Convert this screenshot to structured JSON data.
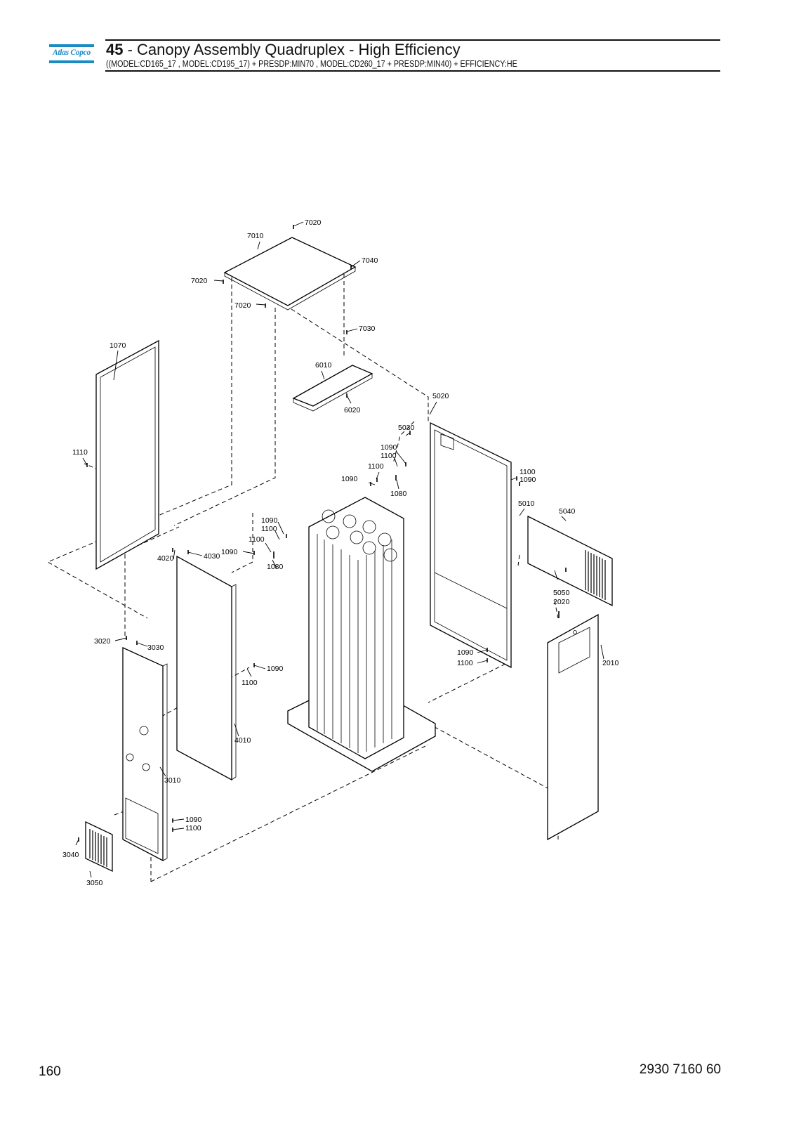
{
  "header": {
    "brand": "Atlas Copco",
    "section_number": "45",
    "title_rest": " - Canopy Assembly Quadruplex - High Efficiency",
    "subtitle": "((MODEL:CD165_17 , MODEL:CD195_17) + PRESDP:MIN70 , MODEL:CD260_17 + PRESDP:MIN40) + EFFICIENCY:HE"
  },
  "footer": {
    "page_number": "160",
    "document_number": "2930 7160 60"
  },
  "callouts": {
    "c7020a": "7020",
    "c7010": "7010",
    "c7040": "7040",
    "c7020b": "7020",
    "c7020c": "7020",
    "c7030": "7030",
    "c6010": "6010",
    "c6020": "6020",
    "c1070": "1070",
    "c1110": "1110",
    "c5020": "5020",
    "c5030": "5030",
    "c1090a": "1090",
    "c1100a": "1100",
    "c1100b": "1100",
    "c1090b": "1090",
    "c1080a": "1080",
    "c1100c": "1100",
    "c1090c": "1090",
    "c5010": "5010",
    "c5040": "5040",
    "c1090d": "1090",
    "c1100d": "1100",
    "c1100e": "1100",
    "c1090e": "1090",
    "c1080b": "1080",
    "c4020": "4020",
    "c4030": "4030",
    "c5050": "5050",
    "c2020": "2020",
    "c3020": "3020",
    "c3030": "3030",
    "c1090f": "1090",
    "c1100f": "1100",
    "c1090g": "1090",
    "c1100g": "1100",
    "c2010": "2010",
    "c4010": "4010",
    "c3010": "3010",
    "c1090h": "1090",
    "c1100h": "1100",
    "c3040": "3040",
    "c3050": "3050"
  }
}
